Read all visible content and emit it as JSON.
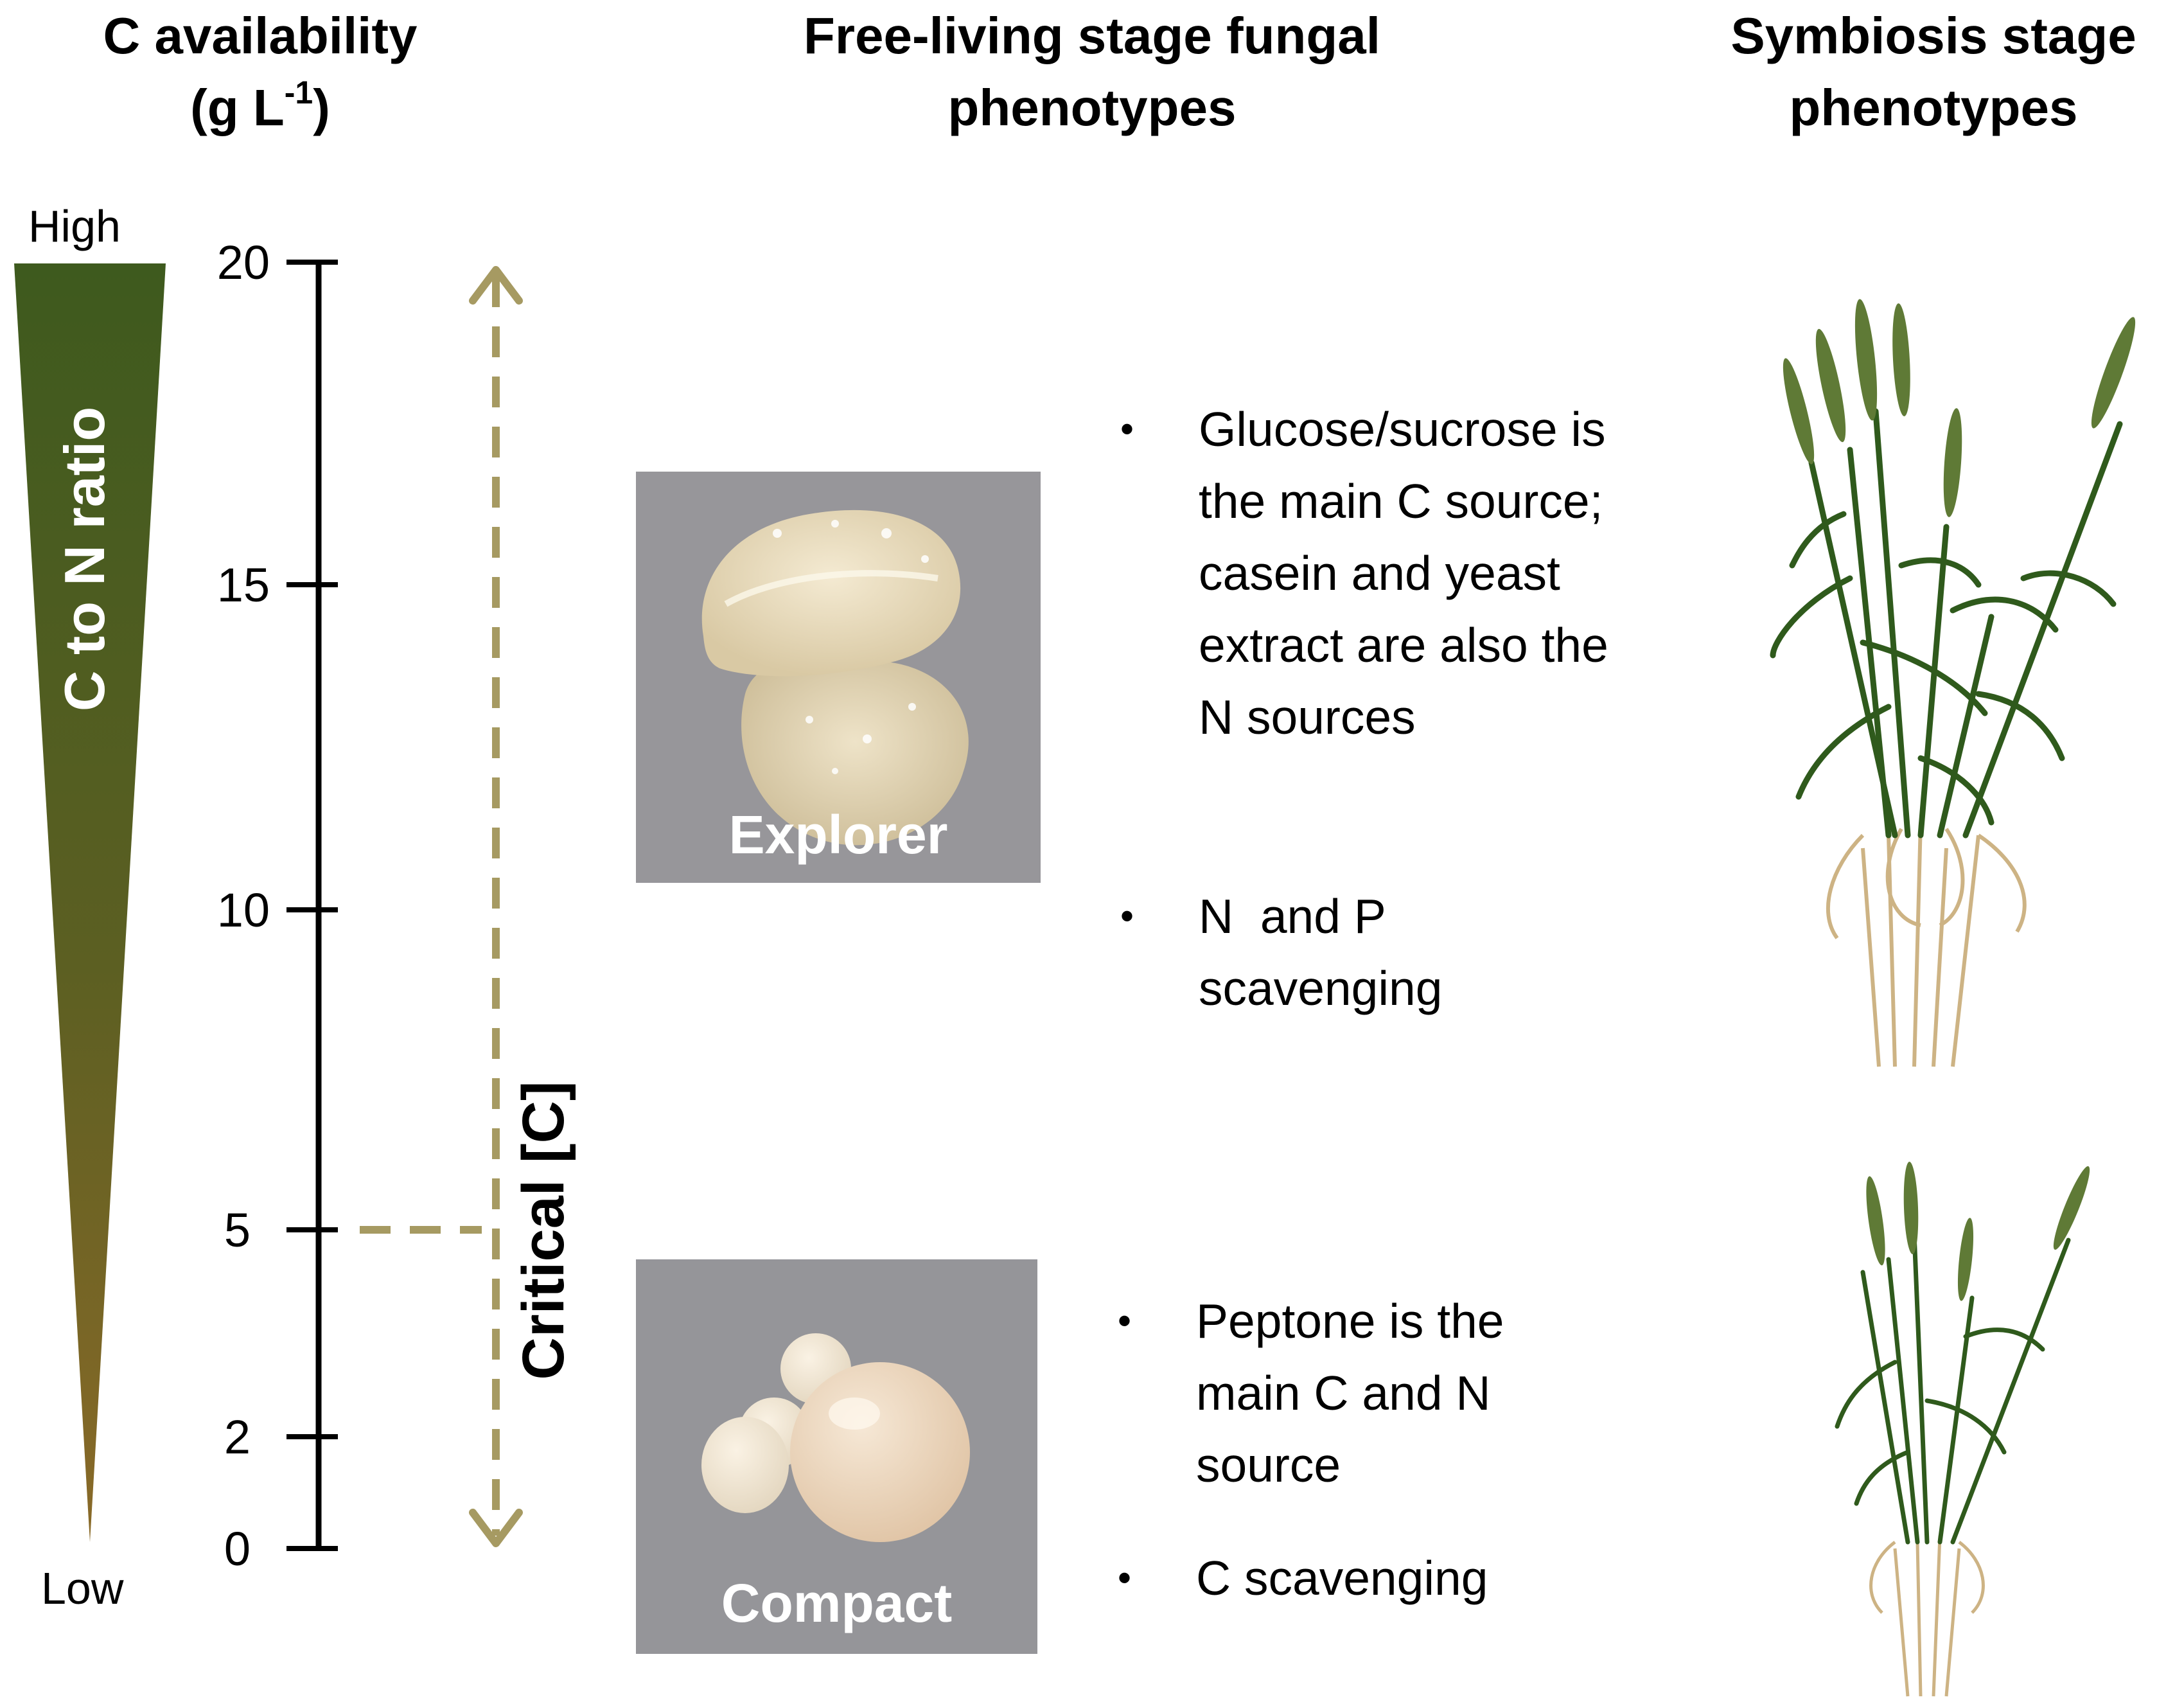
{
  "headers": {
    "c_availability_line1": "C availability",
    "c_availability_line2_prefix": "(g L",
    "c_availability_line2_sup": "-1",
    "c_availability_line2_suffix": ")",
    "free_living_line1": "Free-living stage fungal",
    "free_living_line2": "phenotypes",
    "symbiosis_line1": "Symbiosis stage",
    "symbiosis_line2": "phenotypes"
  },
  "ratio_wedge": {
    "label": "C to N ratio",
    "high_label": "High",
    "low_label": "Low",
    "color_top": "#3e5a1e",
    "color_bottom": "#8a6a28"
  },
  "scale": {
    "ticks": [
      "20",
      "15",
      "10",
      "5",
      "2",
      "0"
    ],
    "critical_label": "Critical [C]",
    "critical_value": "5",
    "arrow_color": "#a69a62"
  },
  "phenotypes": {
    "explorer": {
      "label": "Explorer",
      "bullets": [
        "Glucose/sucrose is the main C source; casein and yeast extract are also the N sources",
        "N  and P scavenging"
      ]
    },
    "compact": {
      "label": "Compact",
      "bullets": [
        "Peptone is the main C and N source",
        "C scavenging"
      ]
    }
  },
  "colors": {
    "plant_green": "#2f5a1c",
    "plant_dry": "#cdb384"
  }
}
